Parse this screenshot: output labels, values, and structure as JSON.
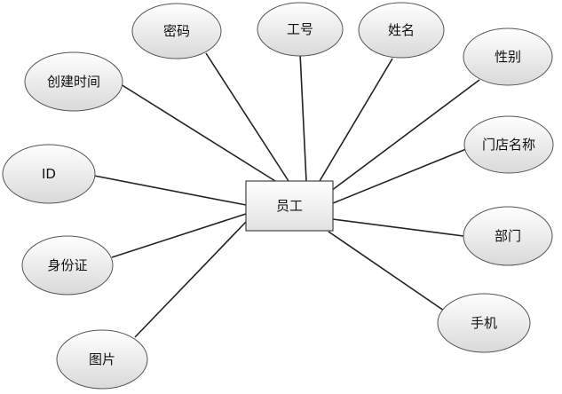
{
  "colors": {
    "background": "#ffffff",
    "line": "#222222",
    "ellipse_fill_light": "#ffffff",
    "ellipse_fill_dark": "#d9d9d9",
    "text": "#111111"
  },
  "entity": {
    "label": "员工"
  },
  "attributes": [
    {
      "id": "password",
      "label": "密码"
    },
    {
      "id": "employee-id",
      "label": "工号"
    },
    {
      "id": "name",
      "label": "姓名"
    },
    {
      "id": "gender",
      "label": "性别"
    },
    {
      "id": "store-name",
      "label": "门店名称"
    },
    {
      "id": "department",
      "label": "部门"
    },
    {
      "id": "phone",
      "label": "手机"
    },
    {
      "id": "picture",
      "label": "图片"
    },
    {
      "id": "id-card",
      "label": "身份证"
    },
    {
      "id": "id",
      "label": "ID"
    },
    {
      "id": "created-time",
      "label": "创建时间"
    }
  ]
}
